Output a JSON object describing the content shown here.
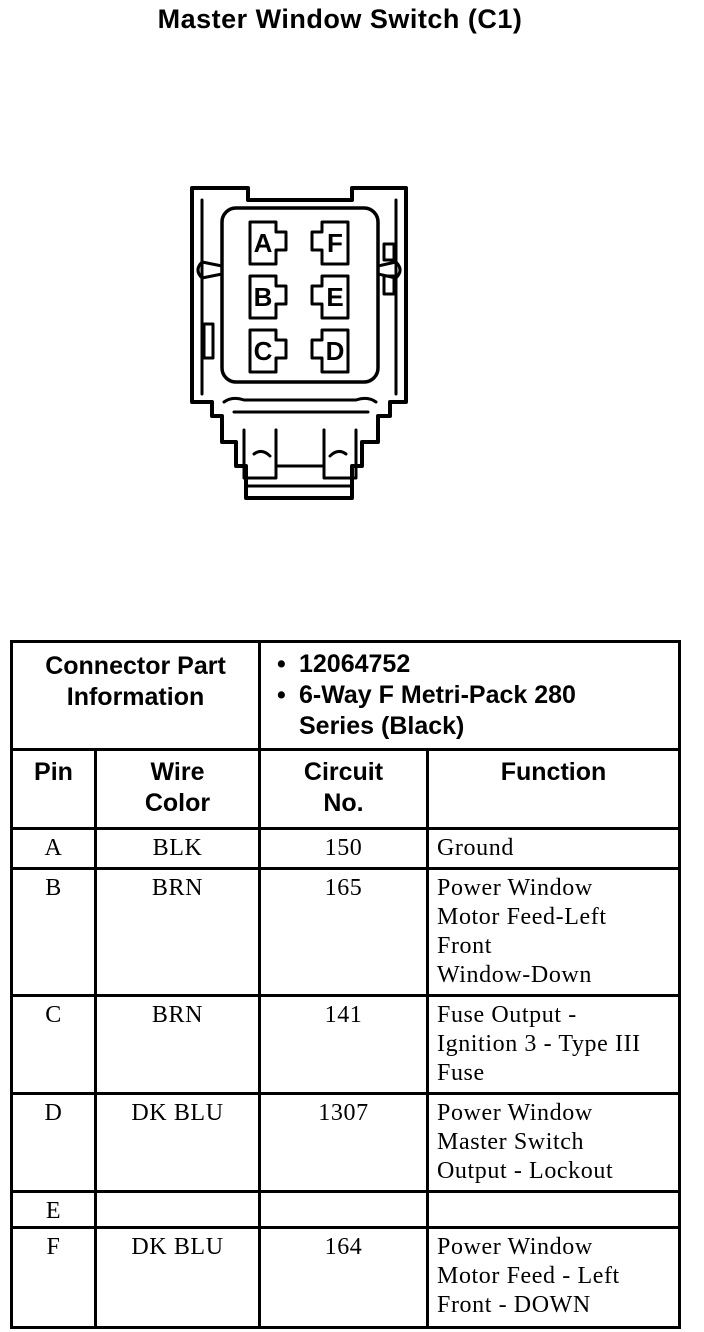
{
  "title": "Master Window Switch (C1)",
  "connector": {
    "pins_left": [
      "A",
      "B",
      "C"
    ],
    "pins_right": [
      "F",
      "E",
      "D"
    ]
  },
  "table": {
    "connector_part_label": [
      "Connector Part",
      "Information"
    ],
    "part_info": [
      "12064752",
      "6-Way F Metri-Pack 280",
      "Series (Black)"
    ],
    "bullet": "•",
    "headers": {
      "pin": "Pin",
      "wire_color": [
        "Wire",
        "Color"
      ],
      "circuit": [
        "Circuit",
        "No."
      ],
      "function": "Function"
    },
    "rows": [
      {
        "pin": "A",
        "wire": "BLK",
        "circuit": "150",
        "function": [
          "Ground"
        ]
      },
      {
        "pin": "B",
        "wire": "BRN",
        "circuit": "165",
        "function": [
          "Power Window",
          "Motor Feed-Left",
          "Front",
          "Window-Down"
        ]
      },
      {
        "pin": "C",
        "wire": "BRN",
        "circuit": "141",
        "function": [
          "Fuse Output -",
          "Ignition 3 - Type III",
          "Fuse"
        ]
      },
      {
        "pin": "D",
        "wire": "DK BLU",
        "circuit": "1307",
        "function": [
          "Power Window",
          "Master Switch",
          "Output - Lockout"
        ]
      },
      {
        "pin": "E",
        "wire": "",
        "circuit": "",
        "function": []
      },
      {
        "pin": "F",
        "wire": "DK BLU",
        "circuit": "164",
        "function": [
          "Power Window",
          "Motor Feed - Left",
          "Front - DOWN"
        ]
      }
    ]
  }
}
